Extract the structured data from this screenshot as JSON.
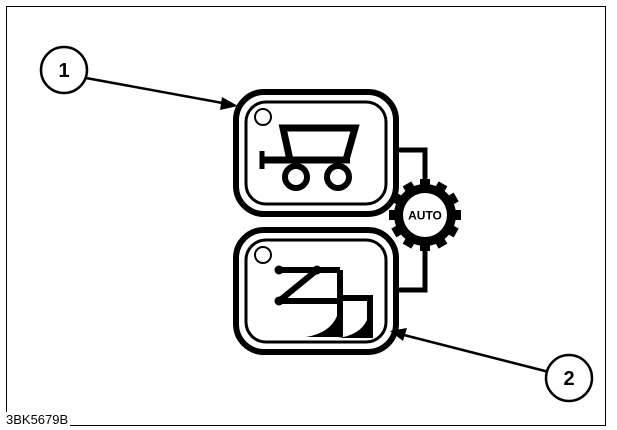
{
  "callouts": [
    {
      "number": "1"
    },
    {
      "number": "2"
    }
  ],
  "auto_badge": {
    "label": "AUTO"
  },
  "figure_code": "3BK5679B",
  "icons": {
    "top_button": "cart-icon",
    "bottom_button": "implement-hitch-icon",
    "badge": "gear-icon"
  },
  "colors": {
    "ink": "#000000",
    "paper": "#ffffff"
  }
}
